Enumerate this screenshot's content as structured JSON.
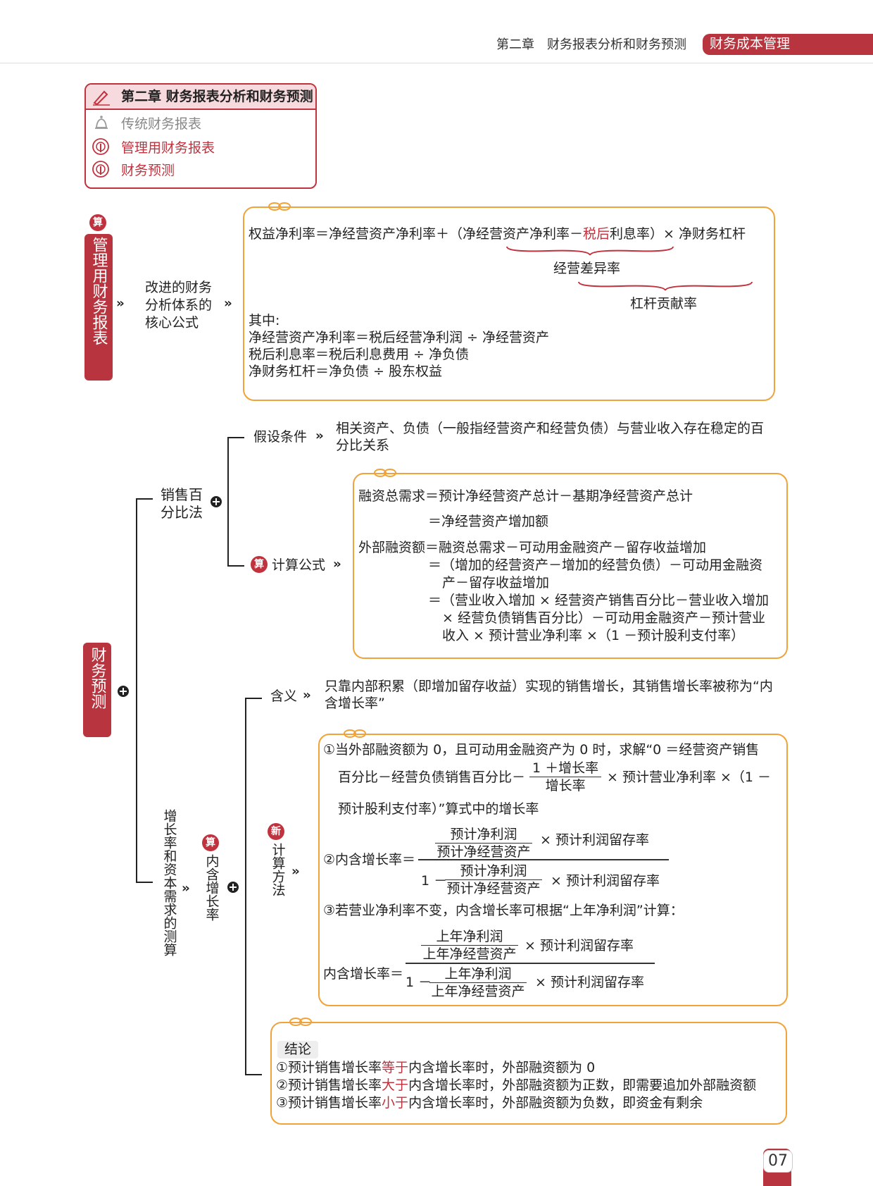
{
  "header": {
    "chapter": "第二章　财务报表分析和财务预测",
    "book": "财务成本管理"
  },
  "toc": {
    "title": "第二章 财务报表分析和财务预测",
    "items": [
      "传统财务报表",
      "管理用财务报表",
      "财务预测"
    ]
  },
  "sec1": {
    "vertical": "管理用财务报表",
    "badge": "算",
    "label": [
      "改进的财务",
      "分析体系的",
      "核心公式"
    ],
    "formula_pre": "权益净利率＝净经营资产净利率＋（净经营资产净利率－",
    "formula_red": "税后",
    "formula_post": "利息率）× 净财务杠杆",
    "brace1": "经营差异率",
    "brace2": "杠杆贡献率",
    "lines": [
      "其中:",
      "净经营资产净利率＝税后经营净利润 ÷ 净经营资产",
      "税后利息率＝税后利息费用 ÷ 净负债",
      "净财务杠杆＝净负债 ÷ 股东权益"
    ]
  },
  "sec2": {
    "vertical": "财务预测",
    "sales": [
      "销售百",
      "分比法"
    ],
    "assume_label": "假设条件",
    "assume_text": [
      "相关资产、负债（一般指经营资产和经营负债）与营业收入存在稳定的百",
      "分比关系"
    ],
    "calc_badge": "算",
    "calc_label": "计算公式",
    "calc_lines": [
      "融资总需求＝预计净经营资产总计－基期净经营资产总计",
      "＝净经营资产增加额",
      "外部融资额＝融资总需求－可动用金融资产－留存收益增加",
      "＝（增加的经营资产－增加的经营负债）－可动用金融资",
      "产－留存收益增加",
      "＝（营业收入增加 × 经营资产销售百分比－营业收入增加",
      "× 经营负债销售百分比）－可动用金融资产－预计营业",
      "收入 × 预计营业净利率 ×（1 －预计股利支付率）"
    ]
  },
  "sec3": {
    "growth": "增长率和资本需求的测算",
    "inner_badge": "算",
    "inner": "内含增长率",
    "meaning_label": "含义",
    "meaning_text": [
      "只靠内部积累（即增加留存收益）实现的销售增长，其销售增长率被称为“内",
      "含增长率”"
    ],
    "new_badge": "新",
    "method": "计算方法",
    "m1a": "①当外部融资额为 0，且可动用金融资产为 0 时，求解“0 ＝经营资产销售",
    "m1b": "百分比－经营负债销售百分比－",
    "m1_num": "1 ＋增长率",
    "m1_den": "增长率",
    "m1c": "× 预计营业净利率 ×（1 －",
    "m1d": "预计股利支付率）”算式中的增长率",
    "m2_label": "②内含增长率＝",
    "f_np": "预计净利润",
    "f_nea": "预计净经营资产",
    "f_ret": "× 预计利润留存率",
    "one_minus": "1 －",
    "m3": "③若营业净利率不变，内含增长率可根据“上年净利润”计算：",
    "m3_label": "内含增长率＝",
    "f_lnp": "上年净利润",
    "f_lnea": "上年净经营资产",
    "concl_title": "结论",
    "concl": [
      {
        "a": "①预计销售增长率",
        "r": "等于",
        "b": "内含增长率时，外部融资额为 0"
      },
      {
        "a": "②预计销售增长率",
        "r": "大于",
        "b": "内含增长率时，外部融资额为正数，即需要追加外部融资额"
      },
      {
        "a": "③预计销售增长率",
        "r": "小于",
        "b": "内含增长率时，外部融资额为负数，即资金有剩余"
      }
    ]
  },
  "page_number": "07",
  "colors": {
    "accent": "#b8353f",
    "box_border": "#f0a33a"
  }
}
